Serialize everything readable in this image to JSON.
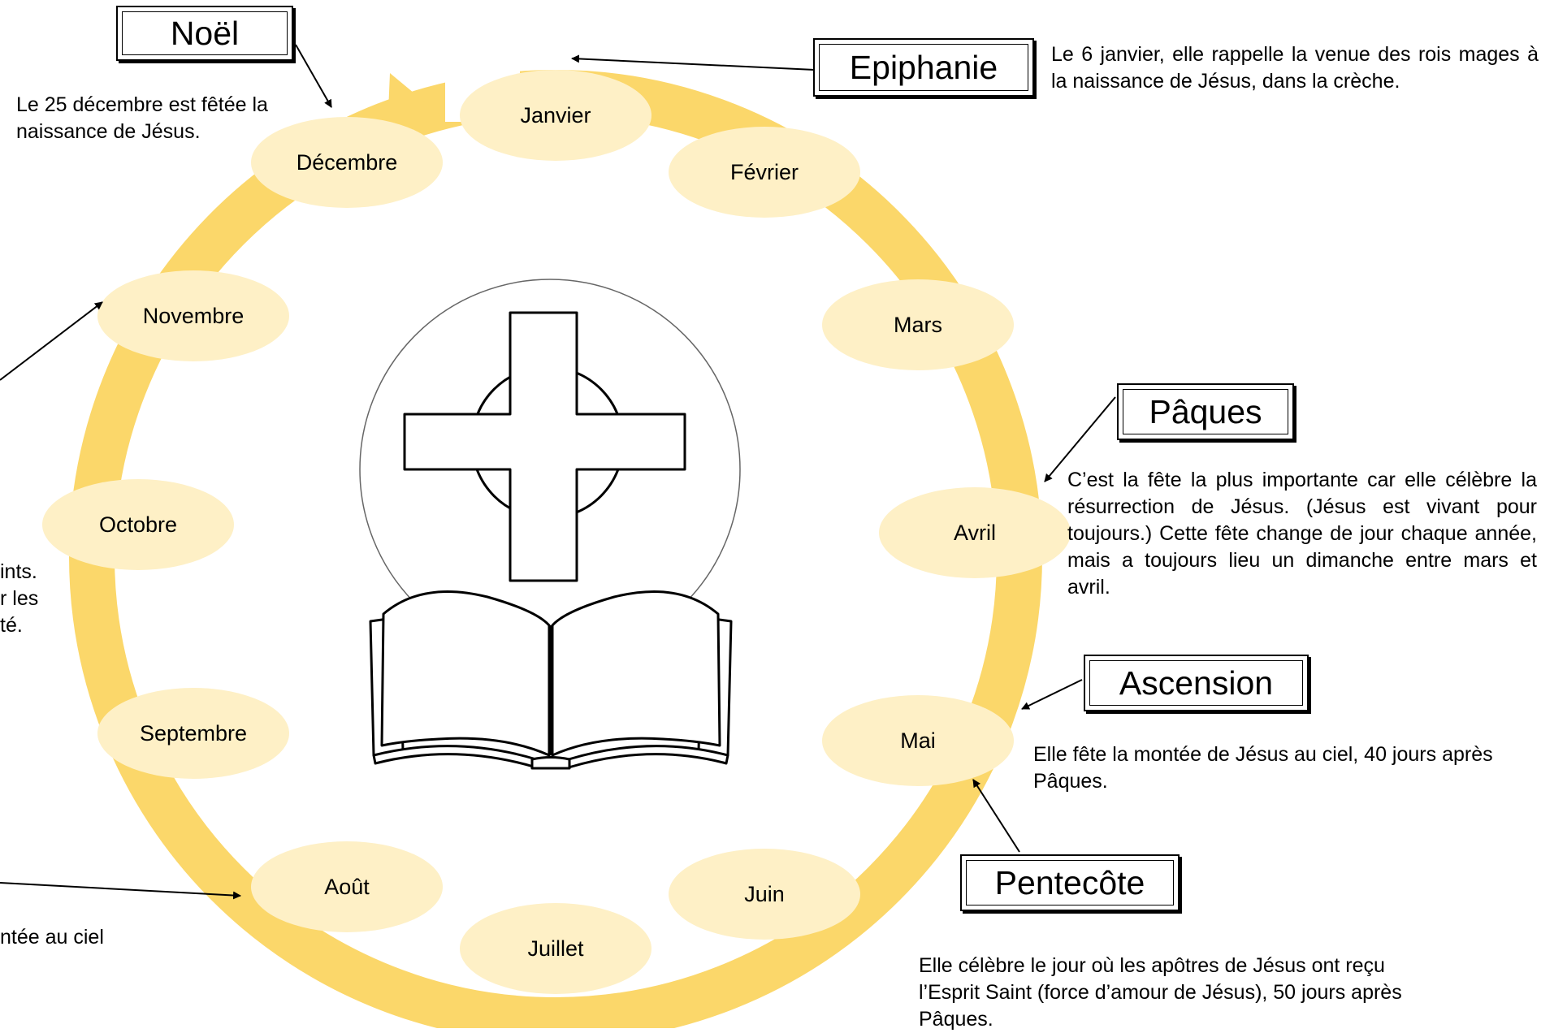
{
  "months": [
    "Janvier",
    "Février",
    "Mars",
    "Avril",
    "Mai",
    "Juin",
    "Juillet",
    "Août",
    "Septembre",
    "Octobre",
    "Novembre",
    "Décembre"
  ],
  "feasts": {
    "noel": {
      "title": "Noël",
      "text": "Le 25 décembre est fêtée la naissance de Jésus."
    },
    "epiphanie": {
      "title": "Epiphanie",
      "text": "Le 6 janvier, elle rappelle la venue des rois mages à la naissance de Jésus, dans la crèche."
    },
    "paques": {
      "title": "Pâques",
      "text": "C’est la fête la plus importante car elle célèbre la résurrection de Jésus. (Jésus est vivant pour toujours.) Cette fête change de jour chaque année, mais a toujours lieu un dimanche entre mars et avril."
    },
    "ascension": {
      "title": "Ascension",
      "text": "Elle fête la montée de Jésus au ciel, 40 jours après Pâques."
    },
    "pentecote": {
      "title": "Pentecôte",
      "text": "Elle célèbre le jour où les apôtres de Jésus ont reçu l’Esprit Saint (force d’amour de Jésus), 50 jours après Pâques."
    }
  },
  "partial_texts": {
    "toussaint_line1": "ints.",
    "toussaint_line2": "r les",
    "toussaint_line3": "té.",
    "assomption": "ntée au ciel"
  },
  "colors": {
    "ring": "#FBD76A",
    "ellipse": "#FEF0C6",
    "ink": "#000000"
  }
}
